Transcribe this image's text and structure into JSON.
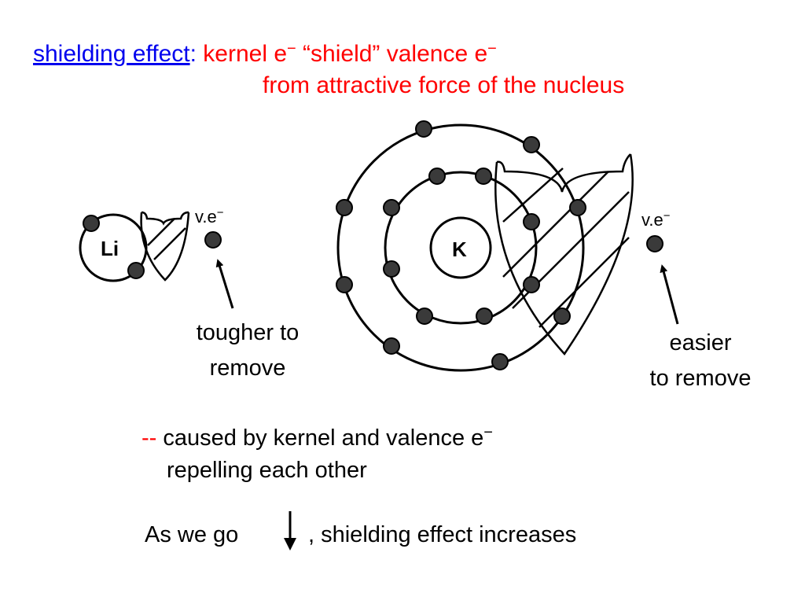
{
  "title": {
    "term": "shielding effect",
    "colon": ":",
    "line1": "kernel e",
    "line1_minus": "−",
    "line1_rest": " “shield” valence e",
    "line1_minus2": "−",
    "line2": "from attractive force of the nucleus"
  },
  "lithium": {
    "symbol": "Li",
    "ve_label": "v.e",
    "ve_minus": "−",
    "caption_line1": "tougher to",
    "caption_line2": "remove"
  },
  "potassium": {
    "symbol": "K",
    "ve_label": "v.e",
    "ve_minus": "−",
    "caption_line1": "easier",
    "caption_line2": "to remove"
  },
  "cause": {
    "dash": "--",
    "line1": " caused by kernel and valence e",
    "line1_minus": "−",
    "line2": "repelling each other"
  },
  "trend": {
    "before": "As we go",
    "after": ", shielding effect increases",
    "arrow_icon": "down-arrow-icon"
  },
  "colors": {
    "accent_red": "#ff0000",
    "term_blue": "#0000ee",
    "electron_fill": "#3a3a3a"
  }
}
